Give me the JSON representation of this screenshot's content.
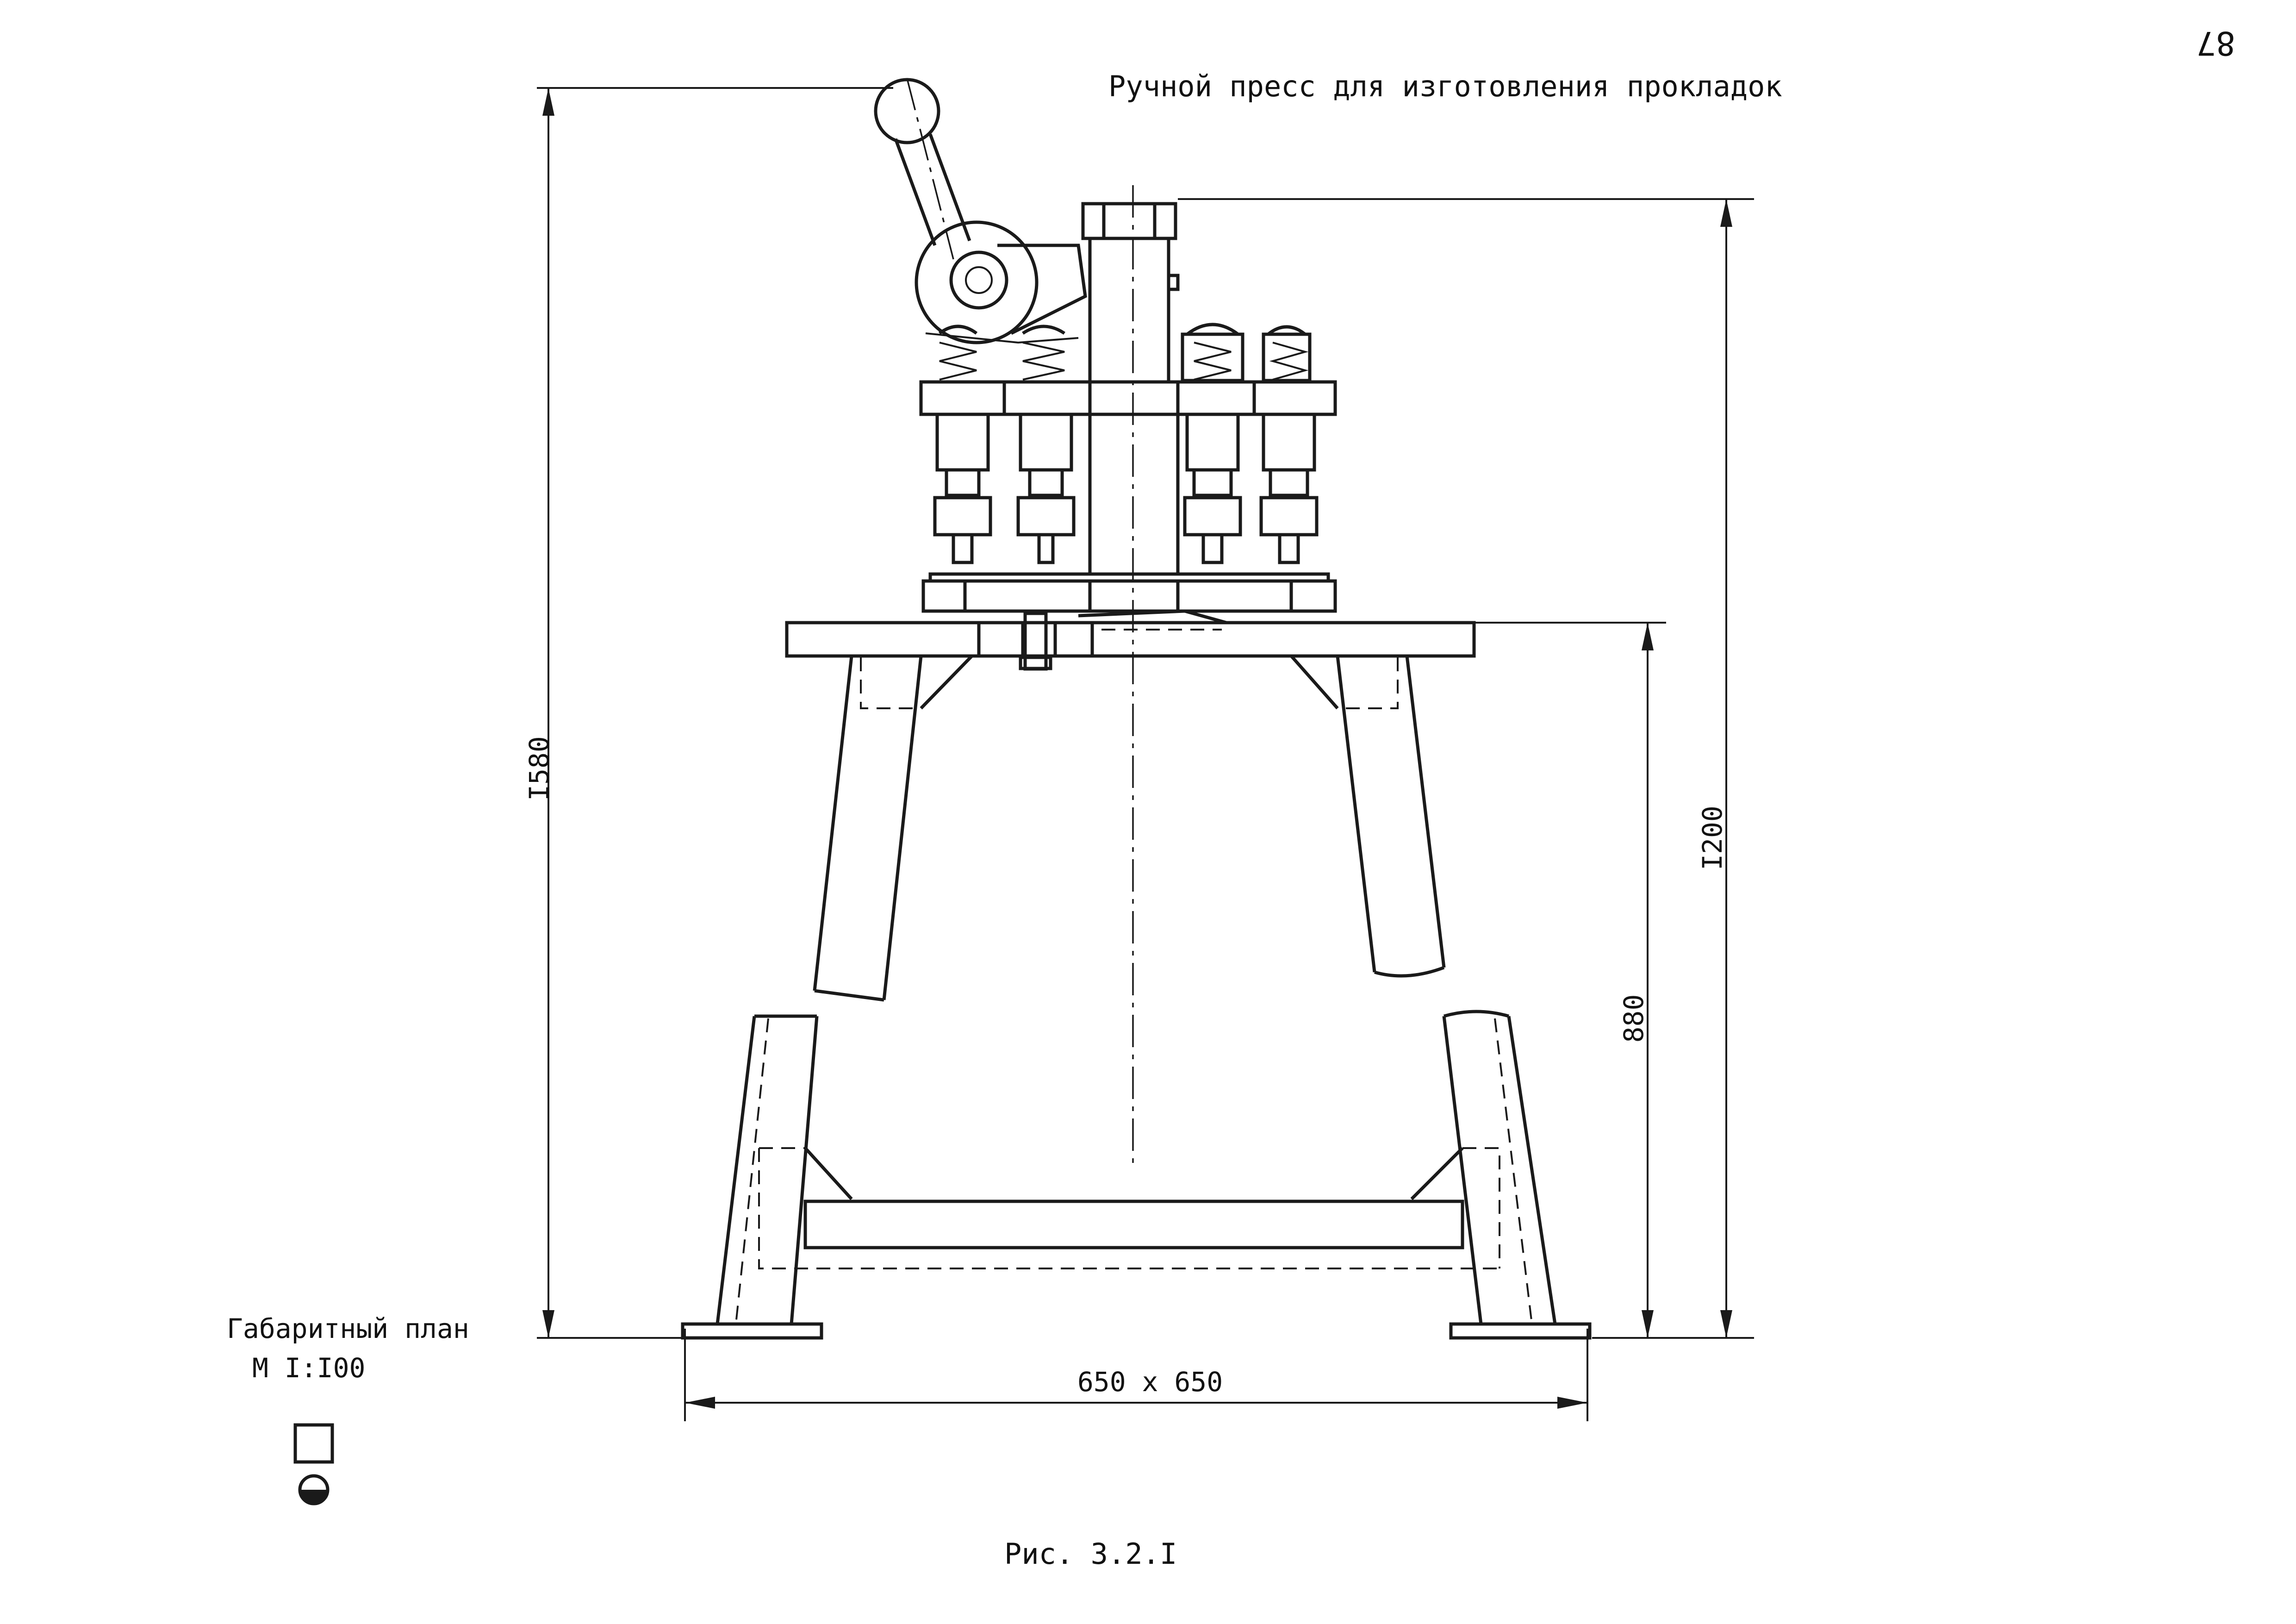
{
  "page_number": "87",
  "title": "Ручной пресс для изготовления прокладок",
  "figure_caption": "Рис. 3.2.I",
  "plan": {
    "heading": "Габаритный план",
    "scale": "М I:I00"
  },
  "dimensions": {
    "overall_height": "I580",
    "upper_height": "I200",
    "table_height": "880",
    "base_size": "650 x 650"
  }
}
